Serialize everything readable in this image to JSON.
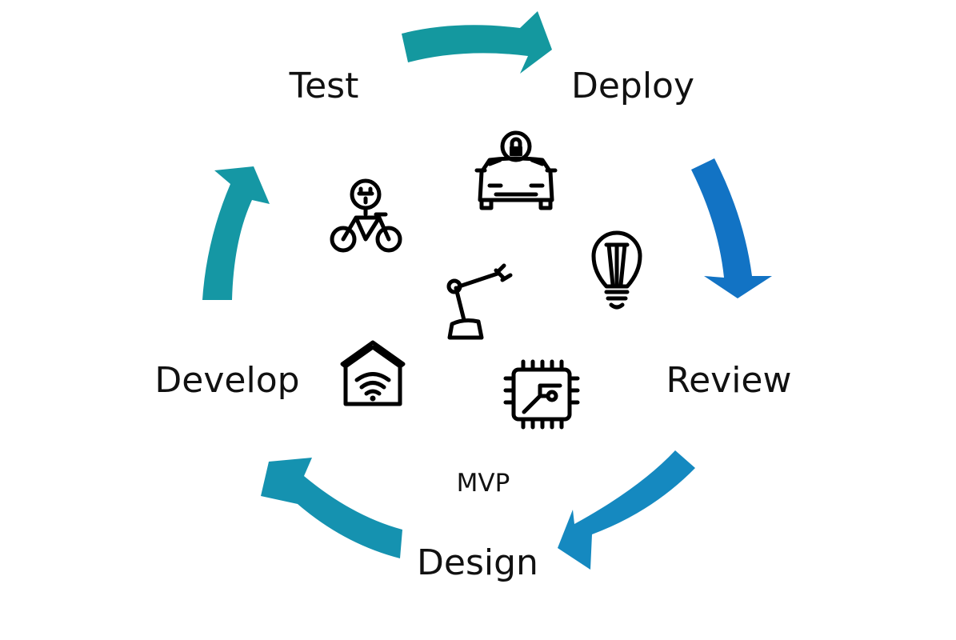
{
  "cycle": {
    "stages": [
      "Test",
      "Deploy",
      "Review",
      "Design",
      "Develop"
    ],
    "center_label": "MVP",
    "arrow_colors": [
      "#14989f",
      "#1273c4",
      "#1589c0",
      "#1592b0",
      "#1597a4"
    ]
  },
  "icons": [
    "ebike-icon",
    "connected-car-icon",
    "lightbulb-icon",
    "robot-arm-icon",
    "smart-home-icon",
    "microchip-icon"
  ]
}
